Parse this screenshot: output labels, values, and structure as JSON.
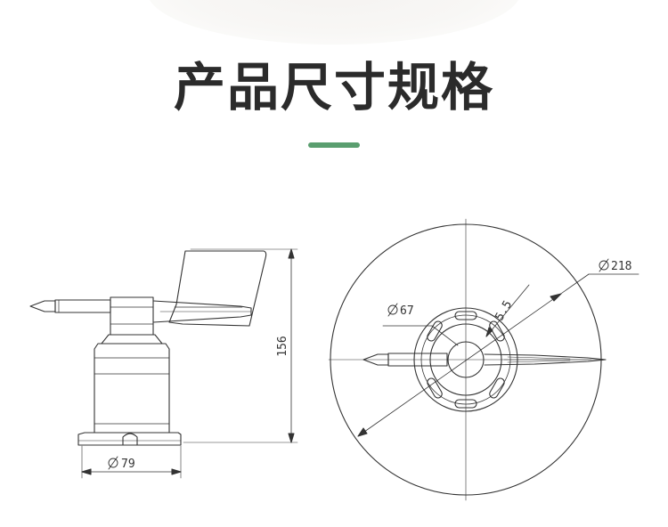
{
  "title": "产品尺寸规格",
  "colors": {
    "accent": "#5a9e6f",
    "line": "#333333"
  },
  "side_view": {
    "width_label": "79",
    "height_label": "156"
  },
  "top_view": {
    "outer_diameter_label": "218",
    "inner_diameter_label": "67",
    "slot_label": "5.5"
  }
}
